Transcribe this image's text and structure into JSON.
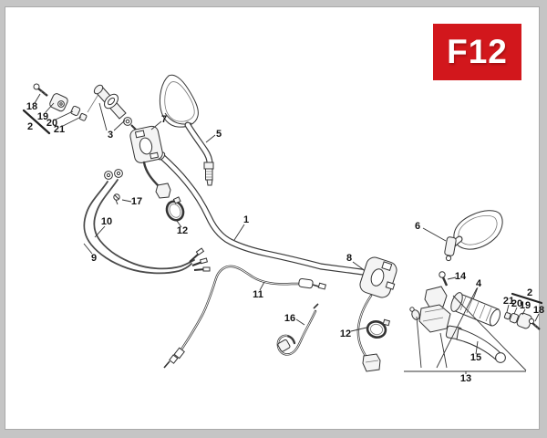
{
  "page": {
    "code": "F12",
    "badge_color": "#d2171c"
  },
  "callouts": [
    {
      "label": "18"
    },
    {
      "label": "19"
    },
    {
      "label": "2"
    },
    {
      "label": "20"
    },
    {
      "label": "21"
    },
    {
      "label": "3"
    },
    {
      "label": "7"
    },
    {
      "label": "5"
    },
    {
      "label": "17"
    },
    {
      "label": "10"
    },
    {
      "label": "12"
    },
    {
      "label": "9"
    },
    {
      "label": "1"
    },
    {
      "label": "11"
    },
    {
      "label": "16"
    },
    {
      "label": "12"
    },
    {
      "label": "8"
    },
    {
      "label": "6"
    },
    {
      "label": "14"
    },
    {
      "label": "4"
    },
    {
      "label": "2"
    },
    {
      "label": "21"
    },
    {
      "label": "20"
    },
    {
      "label": "19"
    },
    {
      "label": "18"
    },
    {
      "label": "15"
    },
    {
      "label": "13"
    }
  ]
}
